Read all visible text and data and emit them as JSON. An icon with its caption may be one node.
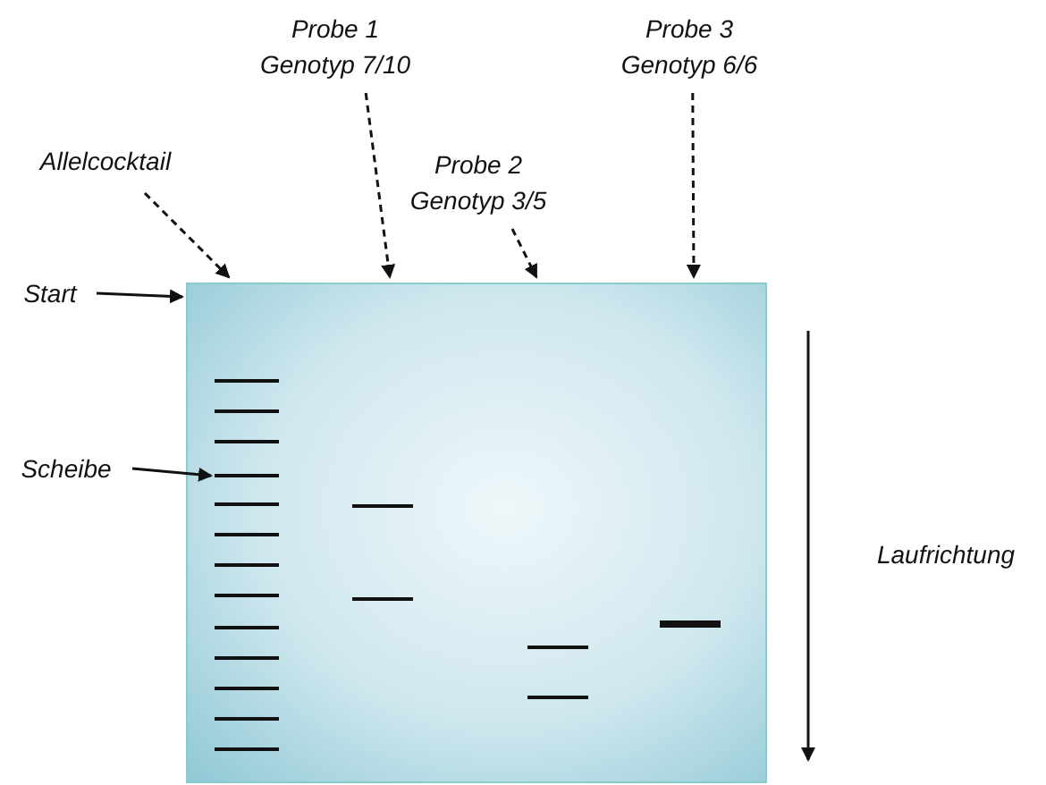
{
  "diagram": {
    "nodes": [
      {
        "text": [],
        "shape": "box"
      },
      {
        "text": [
          "Allelcocktail"
        ]
      },
      {
        "text": [
          "Probe 1 Genotyp 7/10"
        ]
      },
      {
        "text": [
          "Probe 2 Genotyp 3/5"
        ]
      },
      {
        "text": [
          "Probe 3 Genotyp 6/6"
        ]
      },
      {
        "text": [
          "Start"
        ]
      },
      {
        "text": [
          "Scheibe"
        ]
      },
      {
        "text": [],
        "shape": "bar",
        "in": 0
      }
    ],
    "edges": [
      {
        "from": 1,
        "to": 0,
        "arrow": "to",
        "style": "dashed"
      },
      {
        "from": 2,
        "to": 0,
        "arrow": "to",
        "style": "dashed"
      },
      {
        "from": 3,
        "to": 0,
        "arrow": "to",
        "style": "dashed"
      },
      {
        "from": 4,
        "to": 0,
        "arrow": "to",
        "style": "dashed"
      },
      {
        "from": 5,
        "to": 0,
        "arrow": "to"
      },
      {
        "from": 6,
        "to": 7,
        "arrow": "to"
      }
    ],
    "labels": [
      "Laufrichtung"
    ]
  }
}
